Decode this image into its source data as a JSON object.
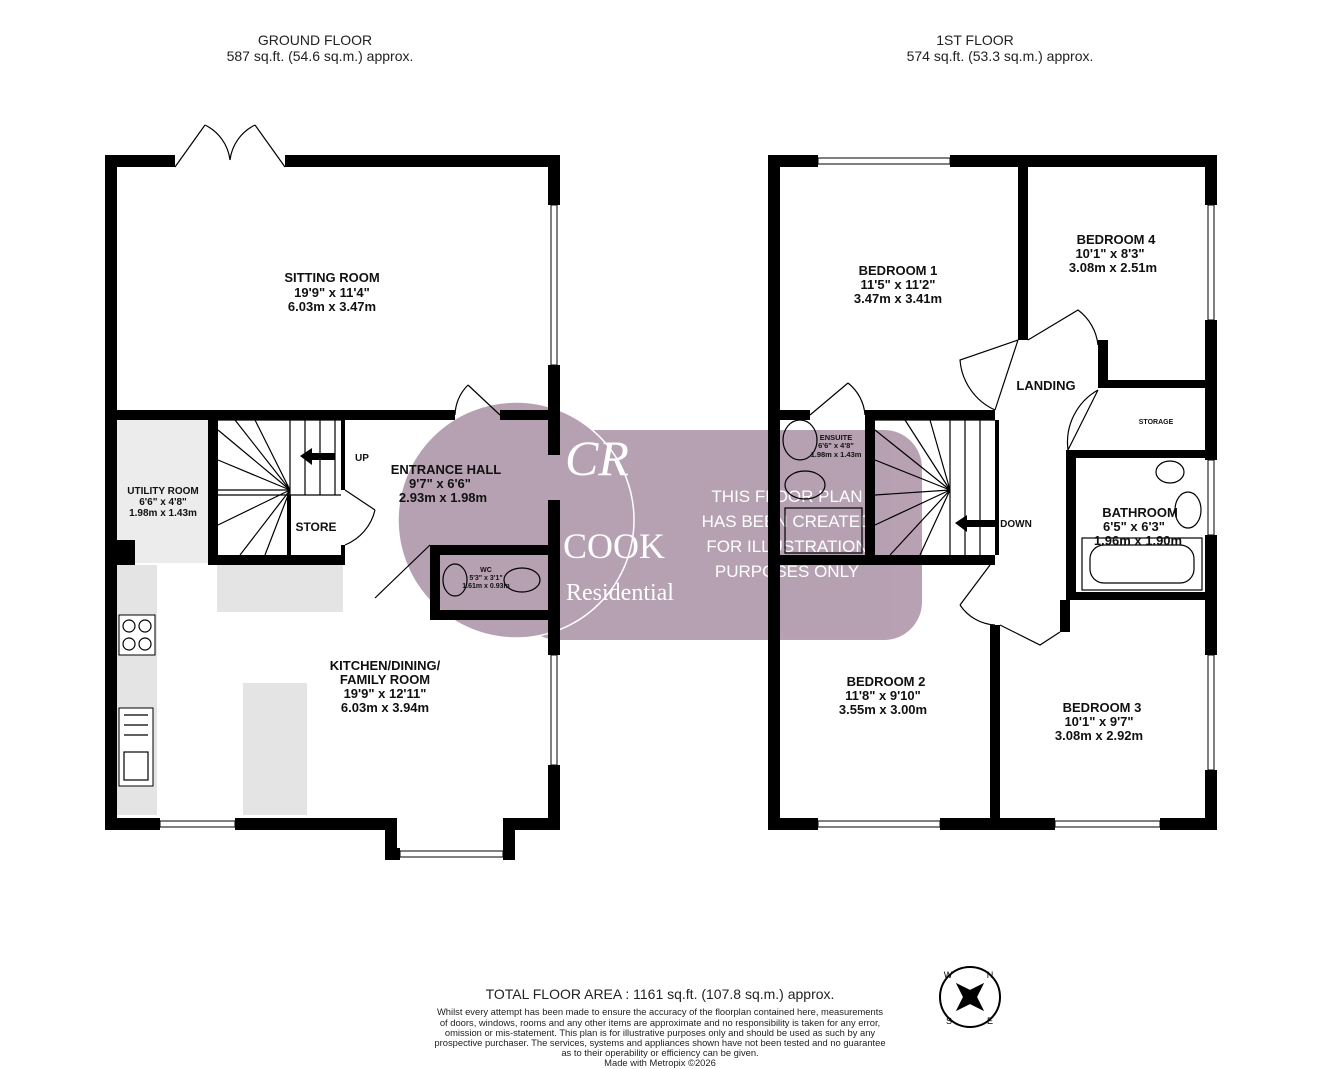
{
  "ground_floor": {
    "title": "GROUND FLOOR",
    "area": "587 sq.ft. (54.6 sq.m.) approx.",
    "rooms": [
      {
        "name": "SITTING ROOM",
        "imperial": "19'9\"  x 11'4\"",
        "metric": "6.03m  x 3.47m"
      },
      {
        "name": "ENTRANCE HALL",
        "imperial": "9'7\"  x 6'6\"",
        "metric": "2.93m  x 1.98m"
      },
      {
        "name": "UTILITY ROOM",
        "imperial": "6'6\"  x 4'8\"",
        "metric": "1.98m  x 1.43m"
      },
      {
        "name": "STORE"
      },
      {
        "name": "WC",
        "imperial": "5'3\"  x 3'1\"",
        "metric": "1.61m  x 0.93m"
      },
      {
        "name": "KITCHEN/DINING/",
        "name2": "FAMILY ROOM",
        "imperial": "19'9\"  x 12'11\"",
        "metric": "6.03m  x 3.94m"
      }
    ],
    "stairs_label": "UP"
  },
  "first_floor": {
    "title": "1ST FLOOR",
    "area": "574 sq.ft. (53.3 sq.m.) approx.",
    "rooms": [
      {
        "name": "BEDROOM 1",
        "imperial": "11'5\"  x 11'2\"",
        "metric": "3.47m  x 3.41m"
      },
      {
        "name": "BEDROOM 4",
        "imperial": "10'1\"  x 8'3\"",
        "metric": "3.08m  x 2.51m"
      },
      {
        "name": "LANDING"
      },
      {
        "name": "STORAGE"
      },
      {
        "name": "ENSUITE",
        "imperial": "6'6\"  x 4'8\"",
        "metric": "1.98m  x 1.43m"
      },
      {
        "name": "BATHROOM",
        "imperial": "6'5\"  x 6'3\"",
        "metric": "1.96m  x 1.90m"
      },
      {
        "name": "BEDROOM 2",
        "imperial": "11'8\"  x 9'10\"",
        "metric": "3.55m  x 3.00m"
      },
      {
        "name": "BEDROOM 3",
        "imperial": "10'1\"  x 9'7\"",
        "metric": "3.08m  x 2.92m"
      }
    ],
    "stairs_label": "DOWN"
  },
  "watermark": {
    "logo_letters": "CR",
    "logo_word1": "COOK",
    "logo_word2": "Residential",
    "notice": [
      "THIS FLOOR PLAN",
      "HAS BEEN CREATED",
      "FOR ILLUSTRATION",
      "PURPOSES ONLY"
    ],
    "color": "#a58aa0"
  },
  "compass": {
    "icon": "compass-rose-icon",
    "n": "N",
    "e": "E",
    "s": "S",
    "w": "W"
  },
  "footer": {
    "total": "TOTAL FLOOR AREA : 1161 sq.ft. (107.8 sq.m.) approx.",
    "disclaimer": [
      "Whilst every attempt has been made to ensure the accuracy of the floorplan contained here, measurements",
      "of doors, windows, rooms and any other items are approximate and no responsibility is taken for any error,",
      "omission or mis-statement. This plan is for illustrative purposes only and should be used as such by any",
      "prospective purchaser. The services, systems and appliances shown have not been tested and no guarantee",
      "as to their operability or efficiency can be given."
    ],
    "made_with": "Made with Metropix ©2026"
  }
}
